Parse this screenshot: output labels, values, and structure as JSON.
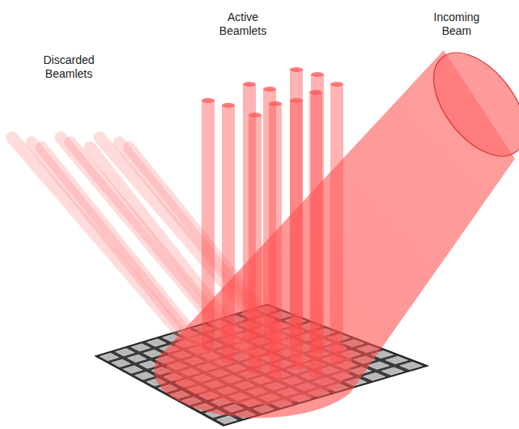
{
  "diagram": {
    "labels": [
      "Discarded Beamlets",
      "Active Beamlets",
      "Incoming Beam"
    ]
  }
}
